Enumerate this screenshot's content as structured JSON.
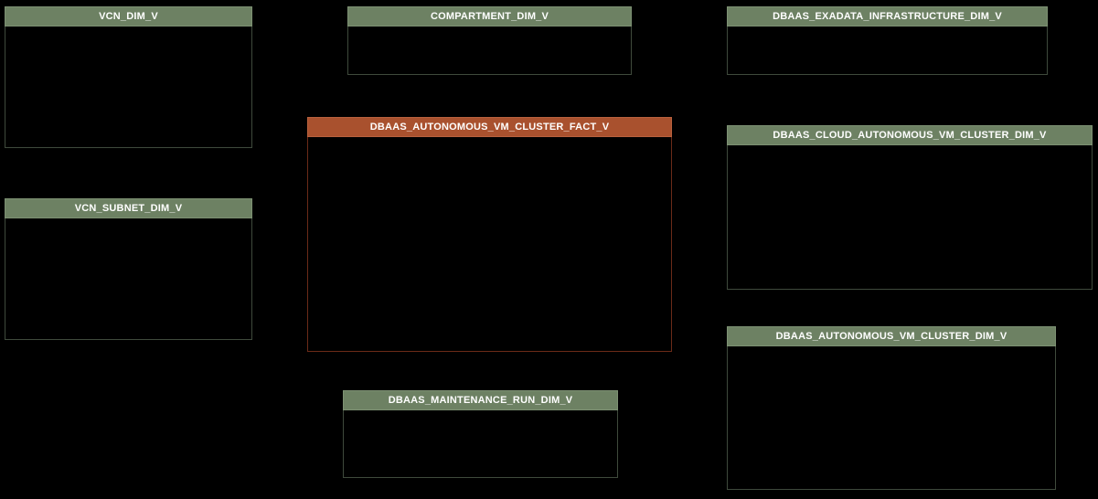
{
  "diagram": {
    "type": "database-schema-star-diagram",
    "background_color": "#000000",
    "colors": {
      "dimension_header_bg": "#6d8163",
      "fact_header_bg": "#a9512e",
      "header_text": "#ffffff",
      "dimension_body_border": "#3f4a3c",
      "fact_body_border": "#6b2a18"
    },
    "tables": [
      {
        "label": "VCN_DIM_V",
        "type": "dimension"
      },
      {
        "label": "COMPARTMENT_DIM_V",
        "type": "dimension"
      },
      {
        "label": "DBAAS_EXADATA_INFRASTRUCTURE_DIM_V",
        "type": "dimension"
      },
      {
        "label": "VCN_SUBNET_DIM_V",
        "type": "dimension"
      },
      {
        "label": "DBAAS_AUTONOMOUS_VM_CLUSTER_FACT_V",
        "type": "fact"
      },
      {
        "label": "DBAAS_CLOUD_AUTONOMOUS_VM_CLUSTER_DIM_V",
        "type": "dimension"
      },
      {
        "label": "DBAAS_MAINTENANCE_RUN_DIM_V",
        "type": "dimension"
      },
      {
        "label": "DBAAS_AUTONOMOUS_VM_CLUSTER_DIM_V",
        "type": "dimension"
      }
    ]
  }
}
